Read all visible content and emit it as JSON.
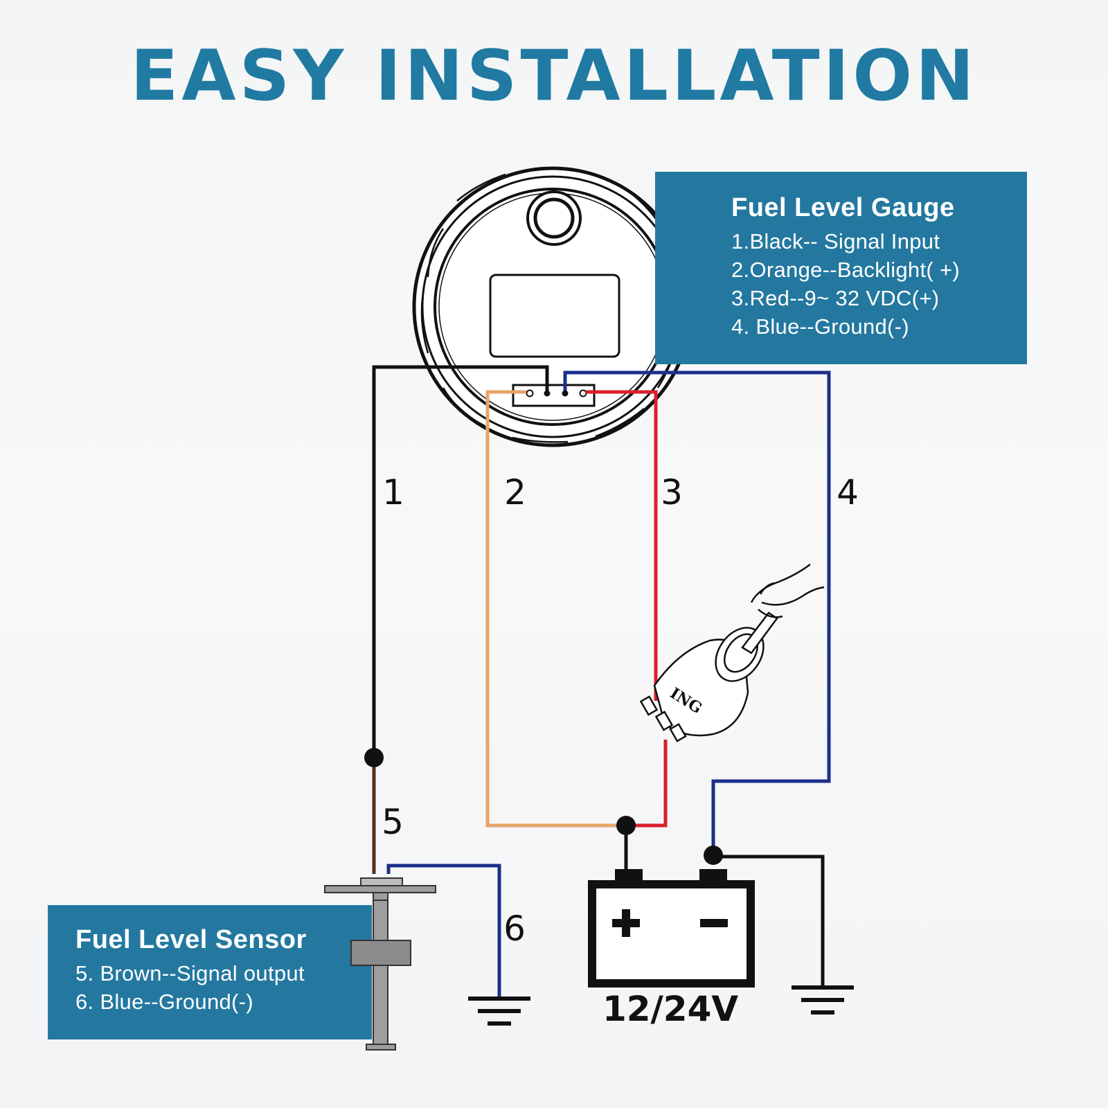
{
  "title": "EASY INSTALLATION",
  "gauge_panel": {
    "title": "Fuel Level Gauge",
    "items": [
      "1.Black-- Signal Input",
      "2.Orange--Backlight( +)",
      "3.Red--9~ 32 VDC(+)",
      "4. Blue--Ground(-)"
    ]
  },
  "sensor_panel": {
    "title": "Fuel Level Sensor",
    "items": [
      "5. Brown--Signal output",
      "6. Blue--Ground(-)"
    ]
  },
  "wire_numbers": [
    "1",
    "2",
    "3",
    "4",
    "5",
    "6"
  ],
  "battery": {
    "label": "12/24V",
    "plus": "+",
    "minus": "−"
  },
  "switch_label": "ING",
  "colors": {
    "accent": "#24789f",
    "title": "#207aa2",
    "wire_black": "#111111",
    "wire_orange": "#e8a46a",
    "wire_red": "#d9202b",
    "wire_blue": "#1c2f8c",
    "wire_brown": "#5a2e1e"
  }
}
